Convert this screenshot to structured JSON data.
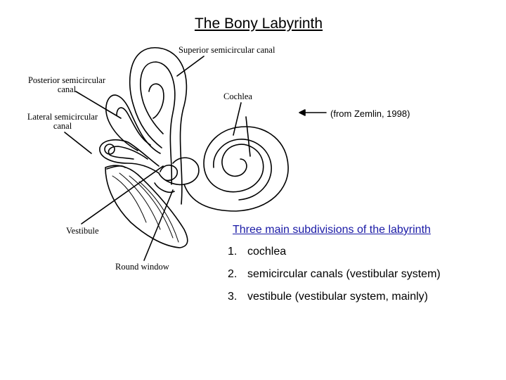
{
  "title": "The Bony Labyrinth",
  "labels": {
    "superior": "Superior semicircular canal",
    "posterior_line1": "Posterior semicircular",
    "posterior_line2": "canal",
    "cochlea": "Cochlea",
    "lateral_line1": "Lateral semicircular",
    "lateral_line2": "canal",
    "vestibule": "Vestibule",
    "round_window": "Round window"
  },
  "source": "(from Zemlin, 1998)",
  "subdivisions": {
    "heading": "Three main subdivisions of the labyrinth",
    "items": [
      {
        "num": "1.",
        "text": "cochlea"
      },
      {
        "num": "2.",
        "text": "semicircular canals (vestibular system)"
      },
      {
        "num": "3.",
        "text": "vestibule (vestibular system, mainly)"
      }
    ]
  }
}
